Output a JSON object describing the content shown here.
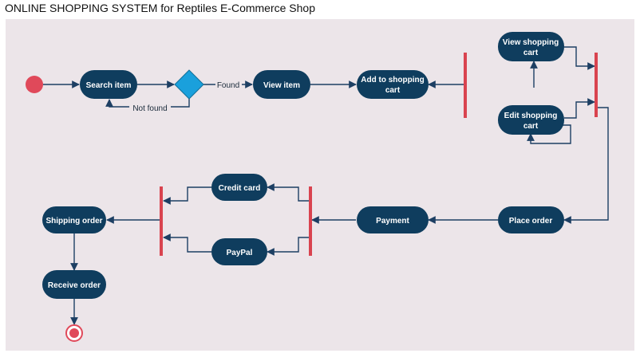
{
  "title": "ONLINE SHOPPING SYSTEM for Reptiles E-Commerce Shop",
  "colors": {
    "node_fill": "#0f3d5e",
    "edge": "#1d3f63",
    "start": "#e0495a",
    "end": "#e0495a",
    "bar": "#d9434f",
    "decision": "#1aa0dc",
    "canvas": "#ece5e9"
  },
  "nodes": {
    "search_item": [
      "Search item"
    ],
    "view_item": [
      "View item"
    ],
    "add_to_cart": [
      "Add to shopping",
      "cart"
    ],
    "view_cart": [
      "View shopping",
      "cart"
    ],
    "edit_cart": [
      "Edit shopping",
      "cart"
    ],
    "place_order": [
      "Place order"
    ],
    "payment": [
      "Payment"
    ],
    "credit_card": [
      "Credit card"
    ],
    "paypal": [
      "PayPal"
    ],
    "shipping_order": [
      "Shipping order"
    ],
    "receive_order": [
      "Receive order"
    ]
  },
  "edge_labels": {
    "found": "Found",
    "not_found": "Not found"
  }
}
